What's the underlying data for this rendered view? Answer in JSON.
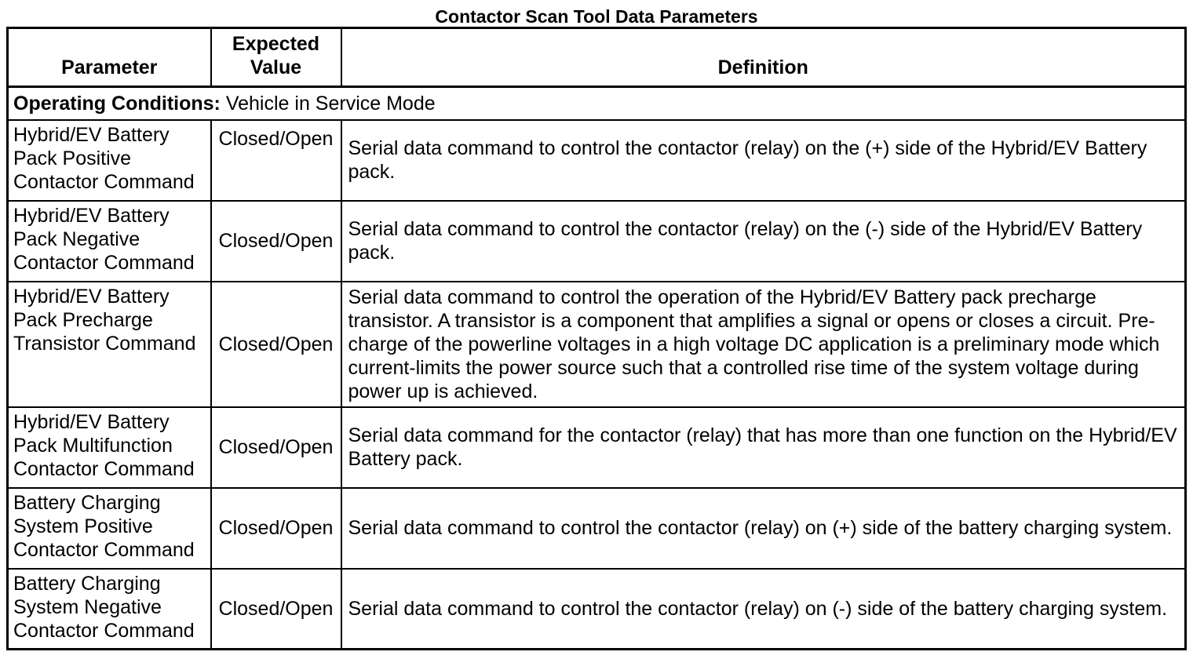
{
  "title": "Contactor Scan Tool Data Parameters",
  "table": {
    "headers": {
      "parameter": "Parameter",
      "expected_value": "Expected Value",
      "definition": "Definition"
    },
    "operating_conditions": {
      "label": "Operating Conditions:",
      "value": "Vehicle in Service Mode"
    },
    "rows": [
      {
        "parameter": "Hybrid/EV Battery Pack Positive Contactor Command",
        "expected_value": "Closed/Open",
        "definition": "Serial data command to control the contactor (relay) on the (+) side of the Hybrid/EV Battery pack."
      },
      {
        "parameter": "Hybrid/EV Battery Pack Negative Contactor Command",
        "expected_value": "Closed/Open",
        "definition": "Serial data command to control the contactor (relay) on the (-) side of the Hybrid/EV Battery pack."
      },
      {
        "parameter": "Hybrid/EV Battery Pack Precharge Transistor Command",
        "expected_value": "Closed/Open",
        "definition": "Serial data command to control the operation of the Hybrid/EV Battery pack precharge transistor. A transistor is a component that amplifies a signal or opens or closes a circuit. Pre-charge of the powerline voltages in a high voltage DC application is a preliminary mode which current-limits the power source such that a controlled rise time of the system voltage during power up is achieved."
      },
      {
        "parameter": "Hybrid/EV Battery Pack Multifunction Contactor Command",
        "expected_value": "Closed/Open",
        "definition": "Serial data command for the contactor (relay) that has more than one function on the Hybrid/EV Battery pack."
      },
      {
        "parameter": "Battery Charging System Positive Contactor Command",
        "expected_value": "Closed/Open",
        "definition": "Serial data command to control the contactor (relay) on (+) side of the battery charging system."
      },
      {
        "parameter": "Battery Charging System Negative Contactor Command",
        "expected_value": "Closed/Open",
        "definition": "Serial data command to control the contactor (relay) on (-) side of the battery charging system."
      }
    ]
  }
}
